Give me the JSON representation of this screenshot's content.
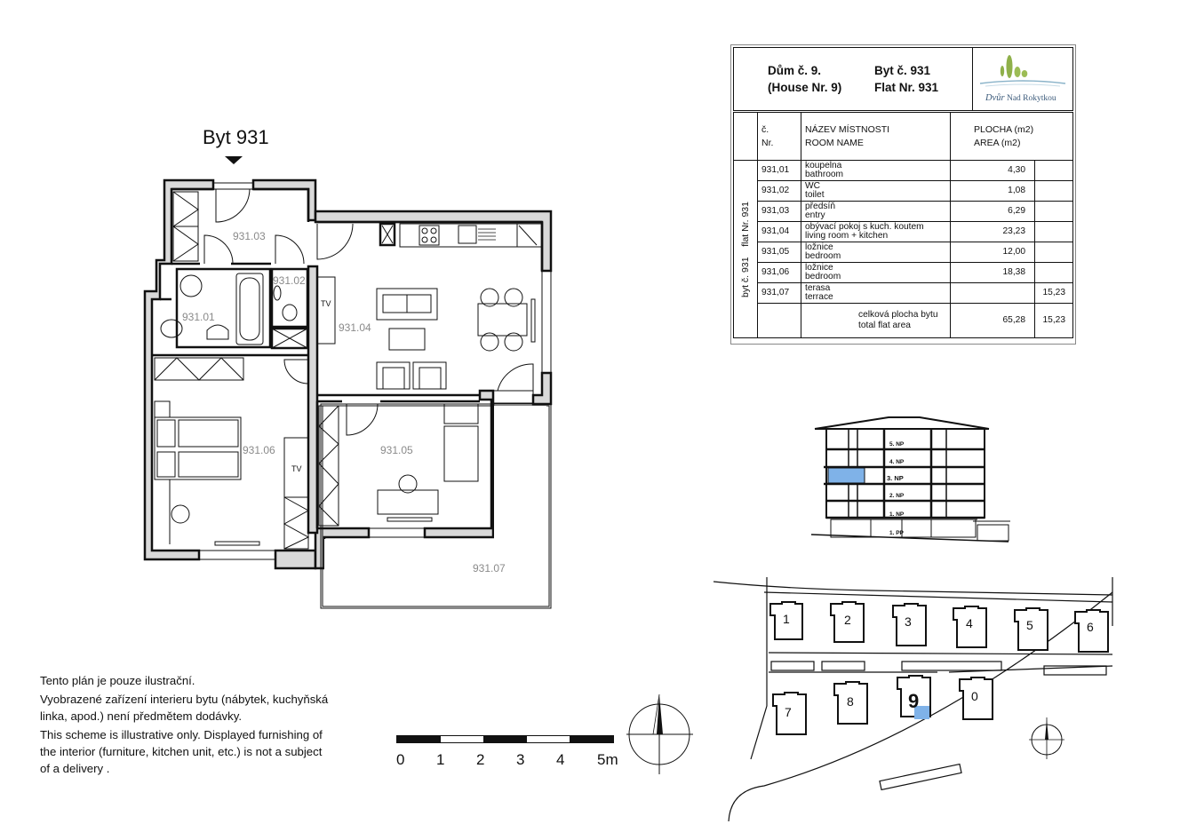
{
  "plan": {
    "title": "Byt 931",
    "rooms": [
      {
        "id": "931.01",
        "label": "931.01"
      },
      {
        "id": "931.02",
        "label": "931.02"
      },
      {
        "id": "931.03",
        "label": "931.03"
      },
      {
        "id": "931.04",
        "label": "931.04"
      },
      {
        "id": "931.05",
        "label": "931.05"
      },
      {
        "id": "931.06",
        "label": "931.06"
      },
      {
        "id": "931.07",
        "label": "931.07"
      }
    ],
    "tv_label": "TV"
  },
  "disclaimer": {
    "cz_1": "Tento plán je pouze ilustrační.",
    "cz_2": "Vyobrazené zařízení interieru bytu (nábytek, kuchyňská linka, apod.) není předmětem dodávky.",
    "en": "This scheme is illustrative only. Displayed furnishing of the interior (furniture, kitchen unit, etc.) is not a subject of a delivery ."
  },
  "scale": {
    "labels": [
      "0",
      "1",
      "2",
      "3",
      "4",
      "5m"
    ]
  },
  "info": {
    "house_cz": "Dům č. 9.",
    "house_en": "(House Nr. 9)",
    "flat_cz": "Byt č. 931",
    "flat_en": "Flat  Nr. 931",
    "logo": {
      "word1": "Dvůr",
      "word2": "Nad Rokytkou",
      "accent": "#8fb04a",
      "text_color": "#3b5a7a"
    },
    "side_label_cz": "byt č. 931",
    "side_label_en": "flat Nr. 931",
    "headers": {
      "nr_cz": "č.",
      "nr_en": "Nr.",
      "name_cz": "NÁZEV MÍSTNOSTI",
      "name_en": "ROOM NAME",
      "area_cz": "PLOCHA (m2)",
      "area_en": "AREA (m2)"
    },
    "rows": [
      {
        "nr": "931,01",
        "name_cz": "koupelna",
        "name_en": "bathroom",
        "area": "4,30",
        "area_ext": ""
      },
      {
        "nr": "931,02",
        "name_cz": "WC",
        "name_en": "toilet",
        "area": "1,08",
        "area_ext": ""
      },
      {
        "nr": "931,03",
        "name_cz": "předsíň",
        "name_en": "entry",
        "area": "6,29",
        "area_ext": ""
      },
      {
        "nr": "931,04",
        "name_cz": "obývací pokoj s kuch. koutem",
        "name_en": "living room + kitchen",
        "area": "23,23",
        "area_ext": ""
      },
      {
        "nr": "931,05",
        "name_cz": "ložnice",
        "name_en": "bedroom",
        "area": "12,00",
        "area_ext": ""
      },
      {
        "nr": "931,06",
        "name_cz": "ložnice",
        "name_en": "bedroom",
        "area": "18,38",
        "area_ext": ""
      },
      {
        "nr": "931,07",
        "name_cz": "terasa",
        "name_en": "terrace",
        "area": "",
        "area_ext": "15,23"
      }
    ],
    "total": {
      "name_cz": "celková plocha bytu",
      "name_en": "total flat area",
      "area": "65,28",
      "area_ext": "15,23"
    }
  },
  "section": {
    "floors": [
      "5. NP",
      "4. NP",
      "3. NP",
      "2. NP",
      "1. NP",
      "1. PP"
    ],
    "highlight_floor": "3. NP",
    "highlight_color": "#7fb2e8"
  },
  "site": {
    "buildings": [
      "1",
      "2",
      "3",
      "4",
      "5",
      "6",
      "7",
      "8",
      "9",
      "0"
    ],
    "current_building": "9",
    "highlight_color": "#7fb2e8"
  }
}
